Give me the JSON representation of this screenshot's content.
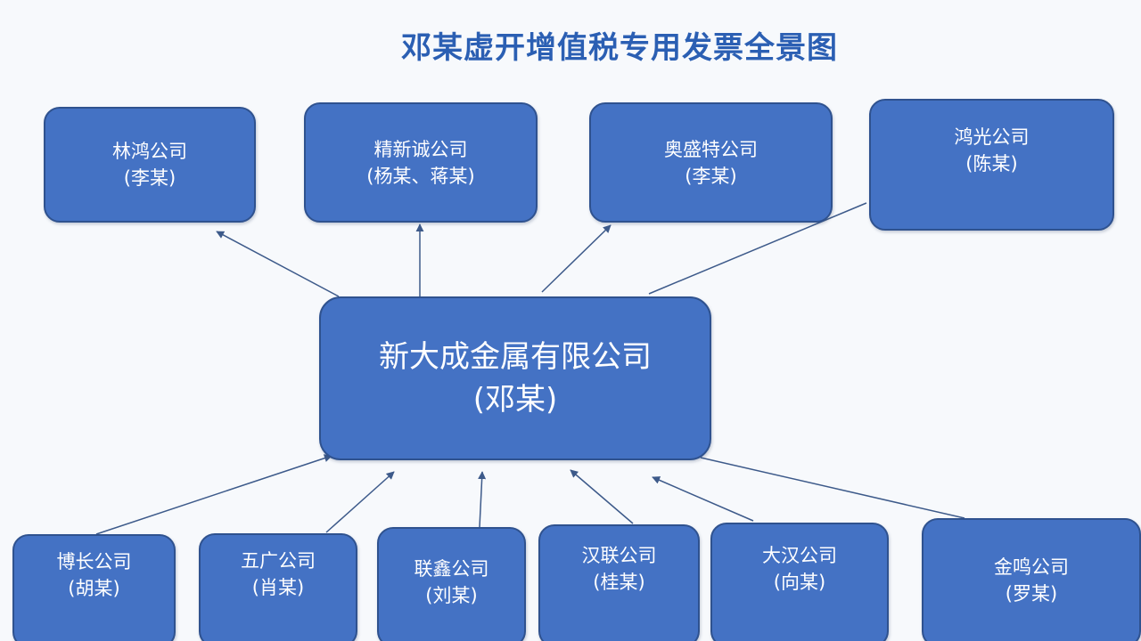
{
  "title": "邓某虚开增值税专用发票全景图",
  "center": {
    "name": "新大成金属有限公司",
    "person": "(邓某)"
  },
  "top_nodes": [
    {
      "name": "林鸿公司",
      "person": "(李某)"
    },
    {
      "name": "精新诚公司",
      "person": "(杨某、蒋某)"
    },
    {
      "name": "奥盛特公司",
      "person": "(李某)"
    },
    {
      "name": "鸿光公司",
      "person": "(陈某)"
    }
  ],
  "bottom_nodes": [
    {
      "name": "博长公司",
      "person": "(胡某)"
    },
    {
      "name": "五广公司",
      "person": "(肖某)"
    },
    {
      "name": "联鑫公司",
      "person": "(刘某)"
    },
    {
      "name": "汉联公司",
      "person": "(桂某)"
    },
    {
      "name": "大汉公司",
      "person": "(向某)"
    },
    {
      "name": "金鸣公司",
      "person": "(罗某)"
    }
  ],
  "colors": {
    "node_fill": "#4472c4",
    "node_border": "#2f528f",
    "title": "#2b5fb3",
    "arrow": "#3d5a8a"
  }
}
